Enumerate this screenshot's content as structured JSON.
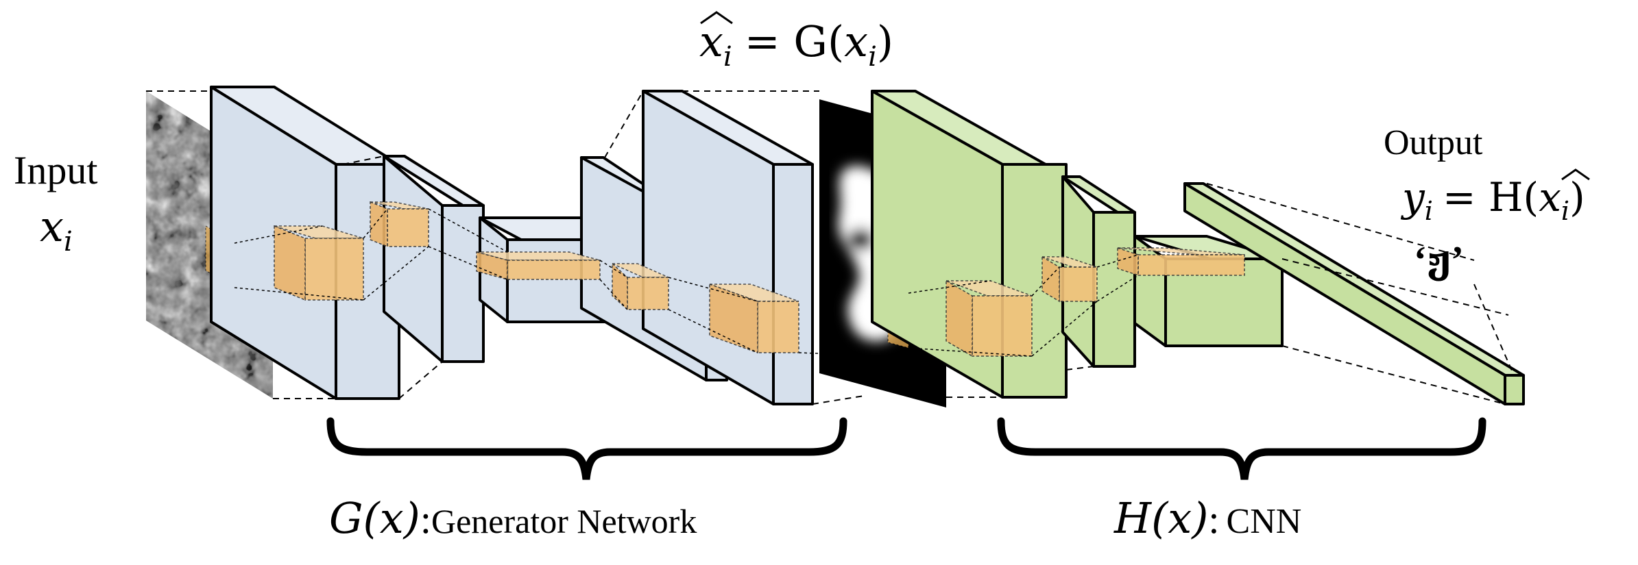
{
  "input": {
    "word": "Input",
    "symbol": "x",
    "subscript": "i"
  },
  "generated": {
    "hat_symbol": "x",
    "hat_subscript": "i",
    "equals_function": "= G(",
    "arg_symbol": "x",
    "arg_subscript": "i",
    "close": ")"
  },
  "output": {
    "word": "Output",
    "symbol": "y",
    "subscript": "i",
    "equals_function": "= H(",
    "hat_symbol": "x",
    "hat_subscript": "i",
    "close": ")",
    "class_label": "‘ჟ’"
  },
  "generator": {
    "function": "G(x)",
    "colon": ":",
    "name": "Generator Network"
  },
  "classifier": {
    "function": "H(x)",
    "colon": ":",
    "name": "CNN"
  },
  "colors": {
    "generator_layer": "#d6e0ec",
    "cnn_layer": "#c6e0a0",
    "kernel": "#f2c27a",
    "edge": "#000000"
  }
}
